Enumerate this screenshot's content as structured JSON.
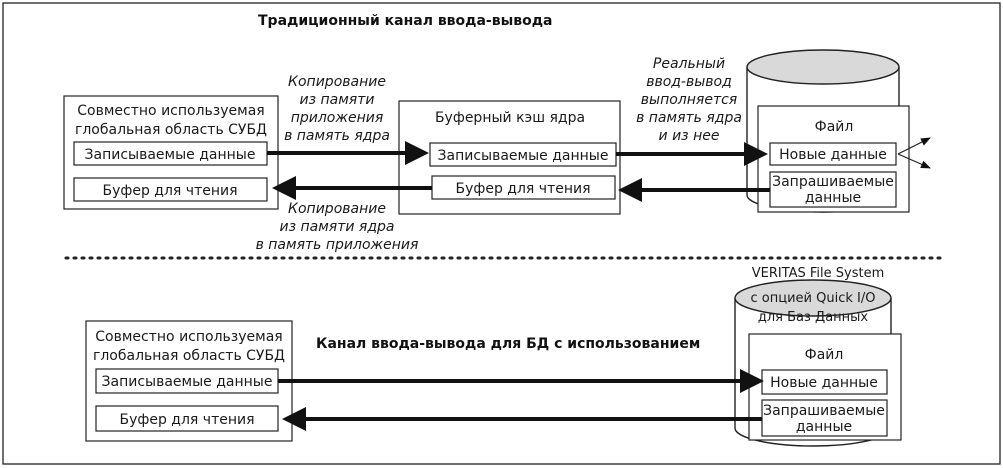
{
  "diagram": {
    "top": {
      "title": "Традиционный канал ввода-вывода",
      "sga": {
        "title_line1": "Совместно используемая",
        "title_line2": "глобальная область СУБД",
        "write_label": "Записываемые данные",
        "read_label": "Буфер для чтения"
      },
      "copy_to_kernel": [
        "Копирование",
        "из памяти",
        "приложения",
        "в память ядра"
      ],
      "copy_to_app": [
        "Копирование",
        "из памяти ядра",
        "в память приложения"
      ],
      "kernel_cache": {
        "title": "Буферный кэш ядра",
        "write_label": "Записываемые данные",
        "read_label": "Буфер для чтения"
      },
      "real_io": [
        "Реальный",
        "ввод-вывод",
        "выполняется",
        "в память ядра",
        "и из нее"
      ],
      "disk": {
        "file_label": "Файл",
        "new_data": "Новые данные",
        "requested_line1": "Запрашиваемые",
        "requested_line2": "данные"
      }
    },
    "bottom": {
      "title": "Канал ввода-вывода для БД с использованием",
      "sga": {
        "title_line1": "Совместно используемая",
        "title_line2": "глобальная область СУБД",
        "write_label": "Записываемые данные",
        "read_label": "Буфер для чтения"
      },
      "fs_label": [
        "VERITAS File System",
        "с опцией Quick I/O",
        "для Баз Данных"
      ],
      "disk": {
        "file_label": "Файл",
        "new_data": "Новые данные",
        "requested_line1": "Запрашиваемые",
        "requested_line2": "данные"
      }
    }
  }
}
